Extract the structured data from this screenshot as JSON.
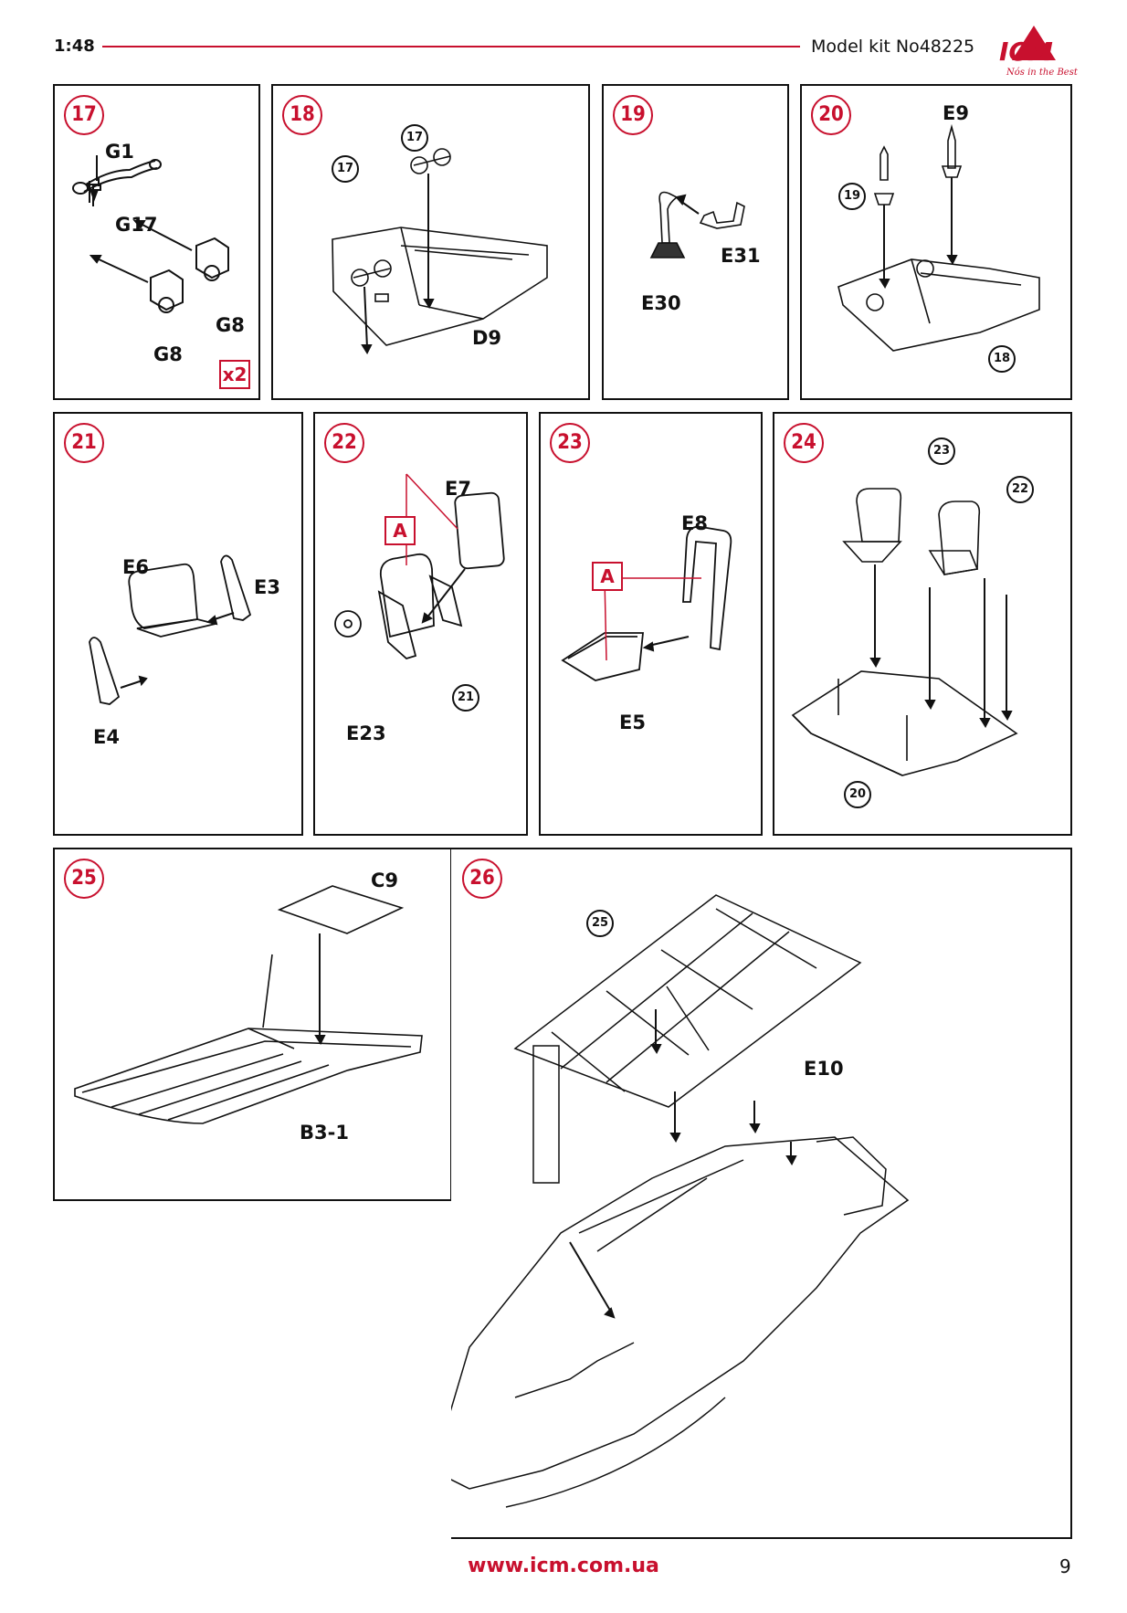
{
  "header": {
    "scale": "1:48",
    "kit": "Model kit No48225",
    "logo_text": "ICM",
    "logo_slogan": "Nós in the Best"
  },
  "colors": {
    "accent": "#c8102e",
    "ink": "#111111"
  },
  "steps": {
    "s17": {
      "num": "17",
      "labels": [
        "G1",
        "G17",
        "G8",
        "G8"
      ],
      "multiplier": "x2"
    },
    "s18": {
      "num": "18",
      "labels": [
        "D9"
      ],
      "refs": [
        "17",
        "17"
      ]
    },
    "s19": {
      "num": "19",
      "labels": [
        "E30",
        "E31"
      ]
    },
    "s20": {
      "num": "20",
      "labels": [
        "E9"
      ],
      "refs": [
        "19",
        "18"
      ]
    },
    "s21": {
      "num": "21",
      "labels": [
        "E6",
        "E3",
        "E4"
      ]
    },
    "s22": {
      "num": "22",
      "labels": [
        "E7",
        "E23"
      ],
      "refs": [
        "21"
      ],
      "paint": "A"
    },
    "s23": {
      "num": "23",
      "labels": [
        "E8",
        "E5"
      ],
      "paint": "A"
    },
    "s24": {
      "num": "24",
      "refs": [
        "23",
        "22",
        "20"
      ]
    },
    "s25": {
      "num": "25",
      "labels": [
        "C9",
        "B3-1"
      ]
    },
    "s26": {
      "num": "26",
      "labels": [
        "E10"
      ],
      "refs": [
        "25"
      ]
    }
  },
  "footer": {
    "url": "www.icm.com.ua",
    "page": "9"
  }
}
